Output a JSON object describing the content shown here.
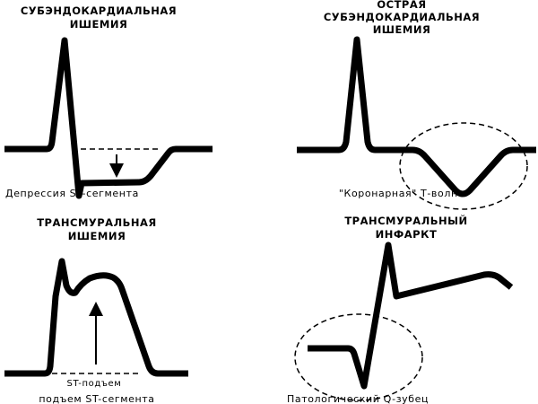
{
  "panels": [
    {
      "title": [
        "СУБЭНДОКАРДИАЛЬНАЯ",
        "ИШЕМИЯ"
      ],
      "caption": "Депрессия ST-сегмента"
    },
    {
      "title": [
        "ОСТРАЯ",
        "СУБЭНДОКАРДИАЛЬНАЯ",
        "ИШЕМИЯ"
      ],
      "caption": "\"Коронарная\" Т-волна"
    },
    {
      "title": [
        "ТРАНСМУРАЛЬНАЯ",
        "ИШЕМИЯ"
      ],
      "caption": "подъем ST-сегмента",
      "annotation": "ST-подъем"
    },
    {
      "title": [
        "ТРАНСМУРАЛЬНЫЙ",
        "ИНФАРКТ"
      ],
      "caption": "Патологический Q-зубец"
    }
  ]
}
